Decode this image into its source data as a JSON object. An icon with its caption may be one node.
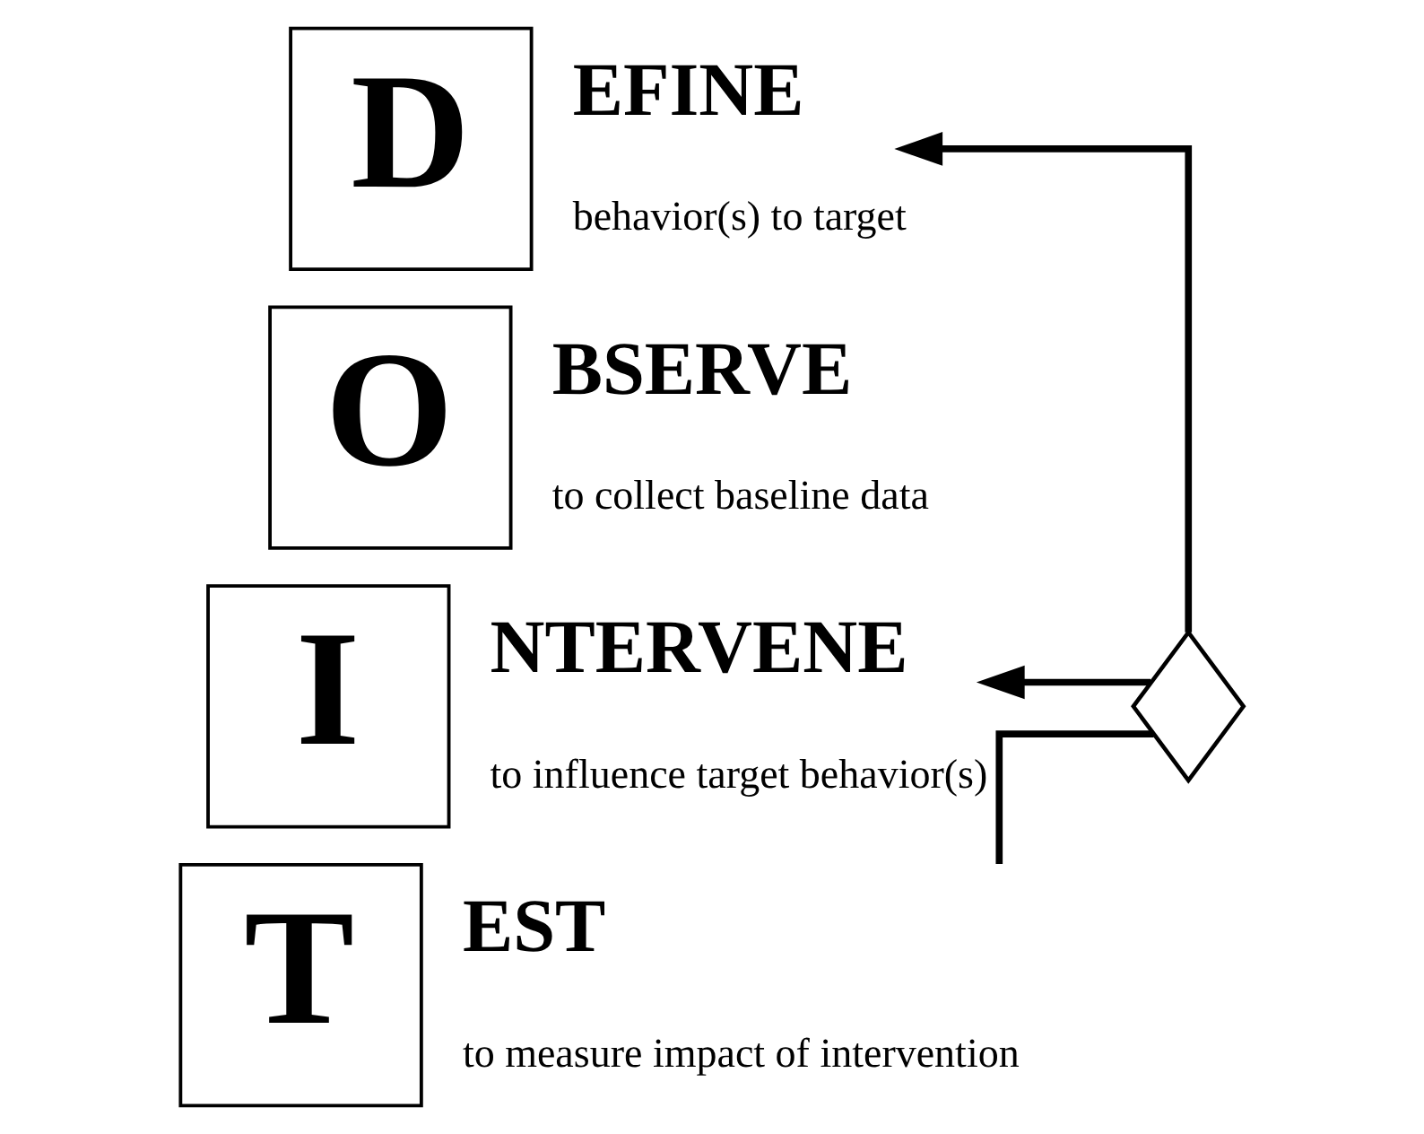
{
  "diagram": {
    "nodes": [
      {
        "text": [
          "D",
          "EFINE"
        ],
        "beside": [
          "behavior(s) to target"
        ]
      },
      {
        "text": [
          "O",
          "BSERVE"
        ],
        "beside": [
          "to collect baseline data"
        ]
      },
      {
        "text": [
          "I",
          "NTERVENE"
        ],
        "beside": [
          "to influence target behavior(s)"
        ]
      },
      {
        "text": [
          "T",
          "EST"
        ],
        "beside": [
          "to measure impact of intervention"
        ]
      },
      {
        "text": [],
        "shape": "diamond"
      }
    ],
    "edges": [
      {
        "from": 4,
        "to": 0,
        "arrow": "to"
      },
      {
        "from": 4,
        "to": 2,
        "arrow": "to"
      },
      {
        "from": 3,
        "to": 4,
        "arrow": "none"
      }
    ]
  }
}
